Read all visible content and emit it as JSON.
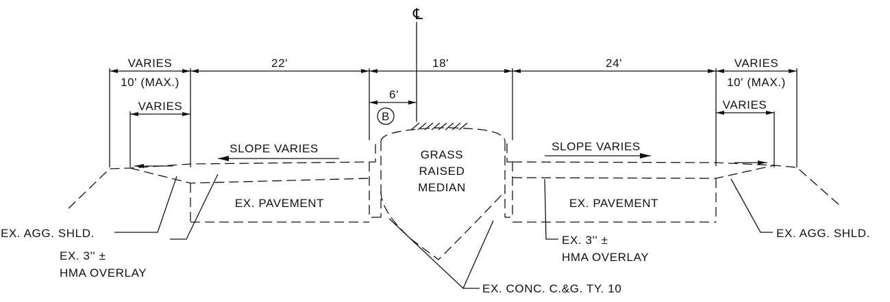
{
  "centerline_symbol": "℄",
  "dimensions": {
    "left_varies": "VARIES",
    "left_max": "10' (MAX.)",
    "left_pavement": "22'",
    "median_width": "18'",
    "median_half": "6'",
    "right_pavement": "24'",
    "right_varies": "VARIES",
    "right_max": "10' (MAX.)",
    "left_shoulder_varies": "VARIES",
    "right_shoulder_varies": "VARIES"
  },
  "callout_marker": "B",
  "labels": {
    "slope_left": "SLOPE VARIES",
    "slope_right": "SLOPE VARIES",
    "median": [
      "GRASS",
      "RAISED",
      "MEDIAN"
    ],
    "pavement_left": "EX. PAVEMENT",
    "pavement_right": "EX. PAVEMENT",
    "agg_shoulder_left": "EX. AGG. SHLD.",
    "agg_shoulder_right": "EX. AGG. SHLD.",
    "overlay_left": [
      "EX. 3'' ±",
      "HMA OVERLAY"
    ],
    "overlay_right": [
      "EX. 3'' ±",
      "HMA OVERLAY"
    ],
    "curb_gutter": "EX. CONC. C.&G. TY. 10"
  }
}
